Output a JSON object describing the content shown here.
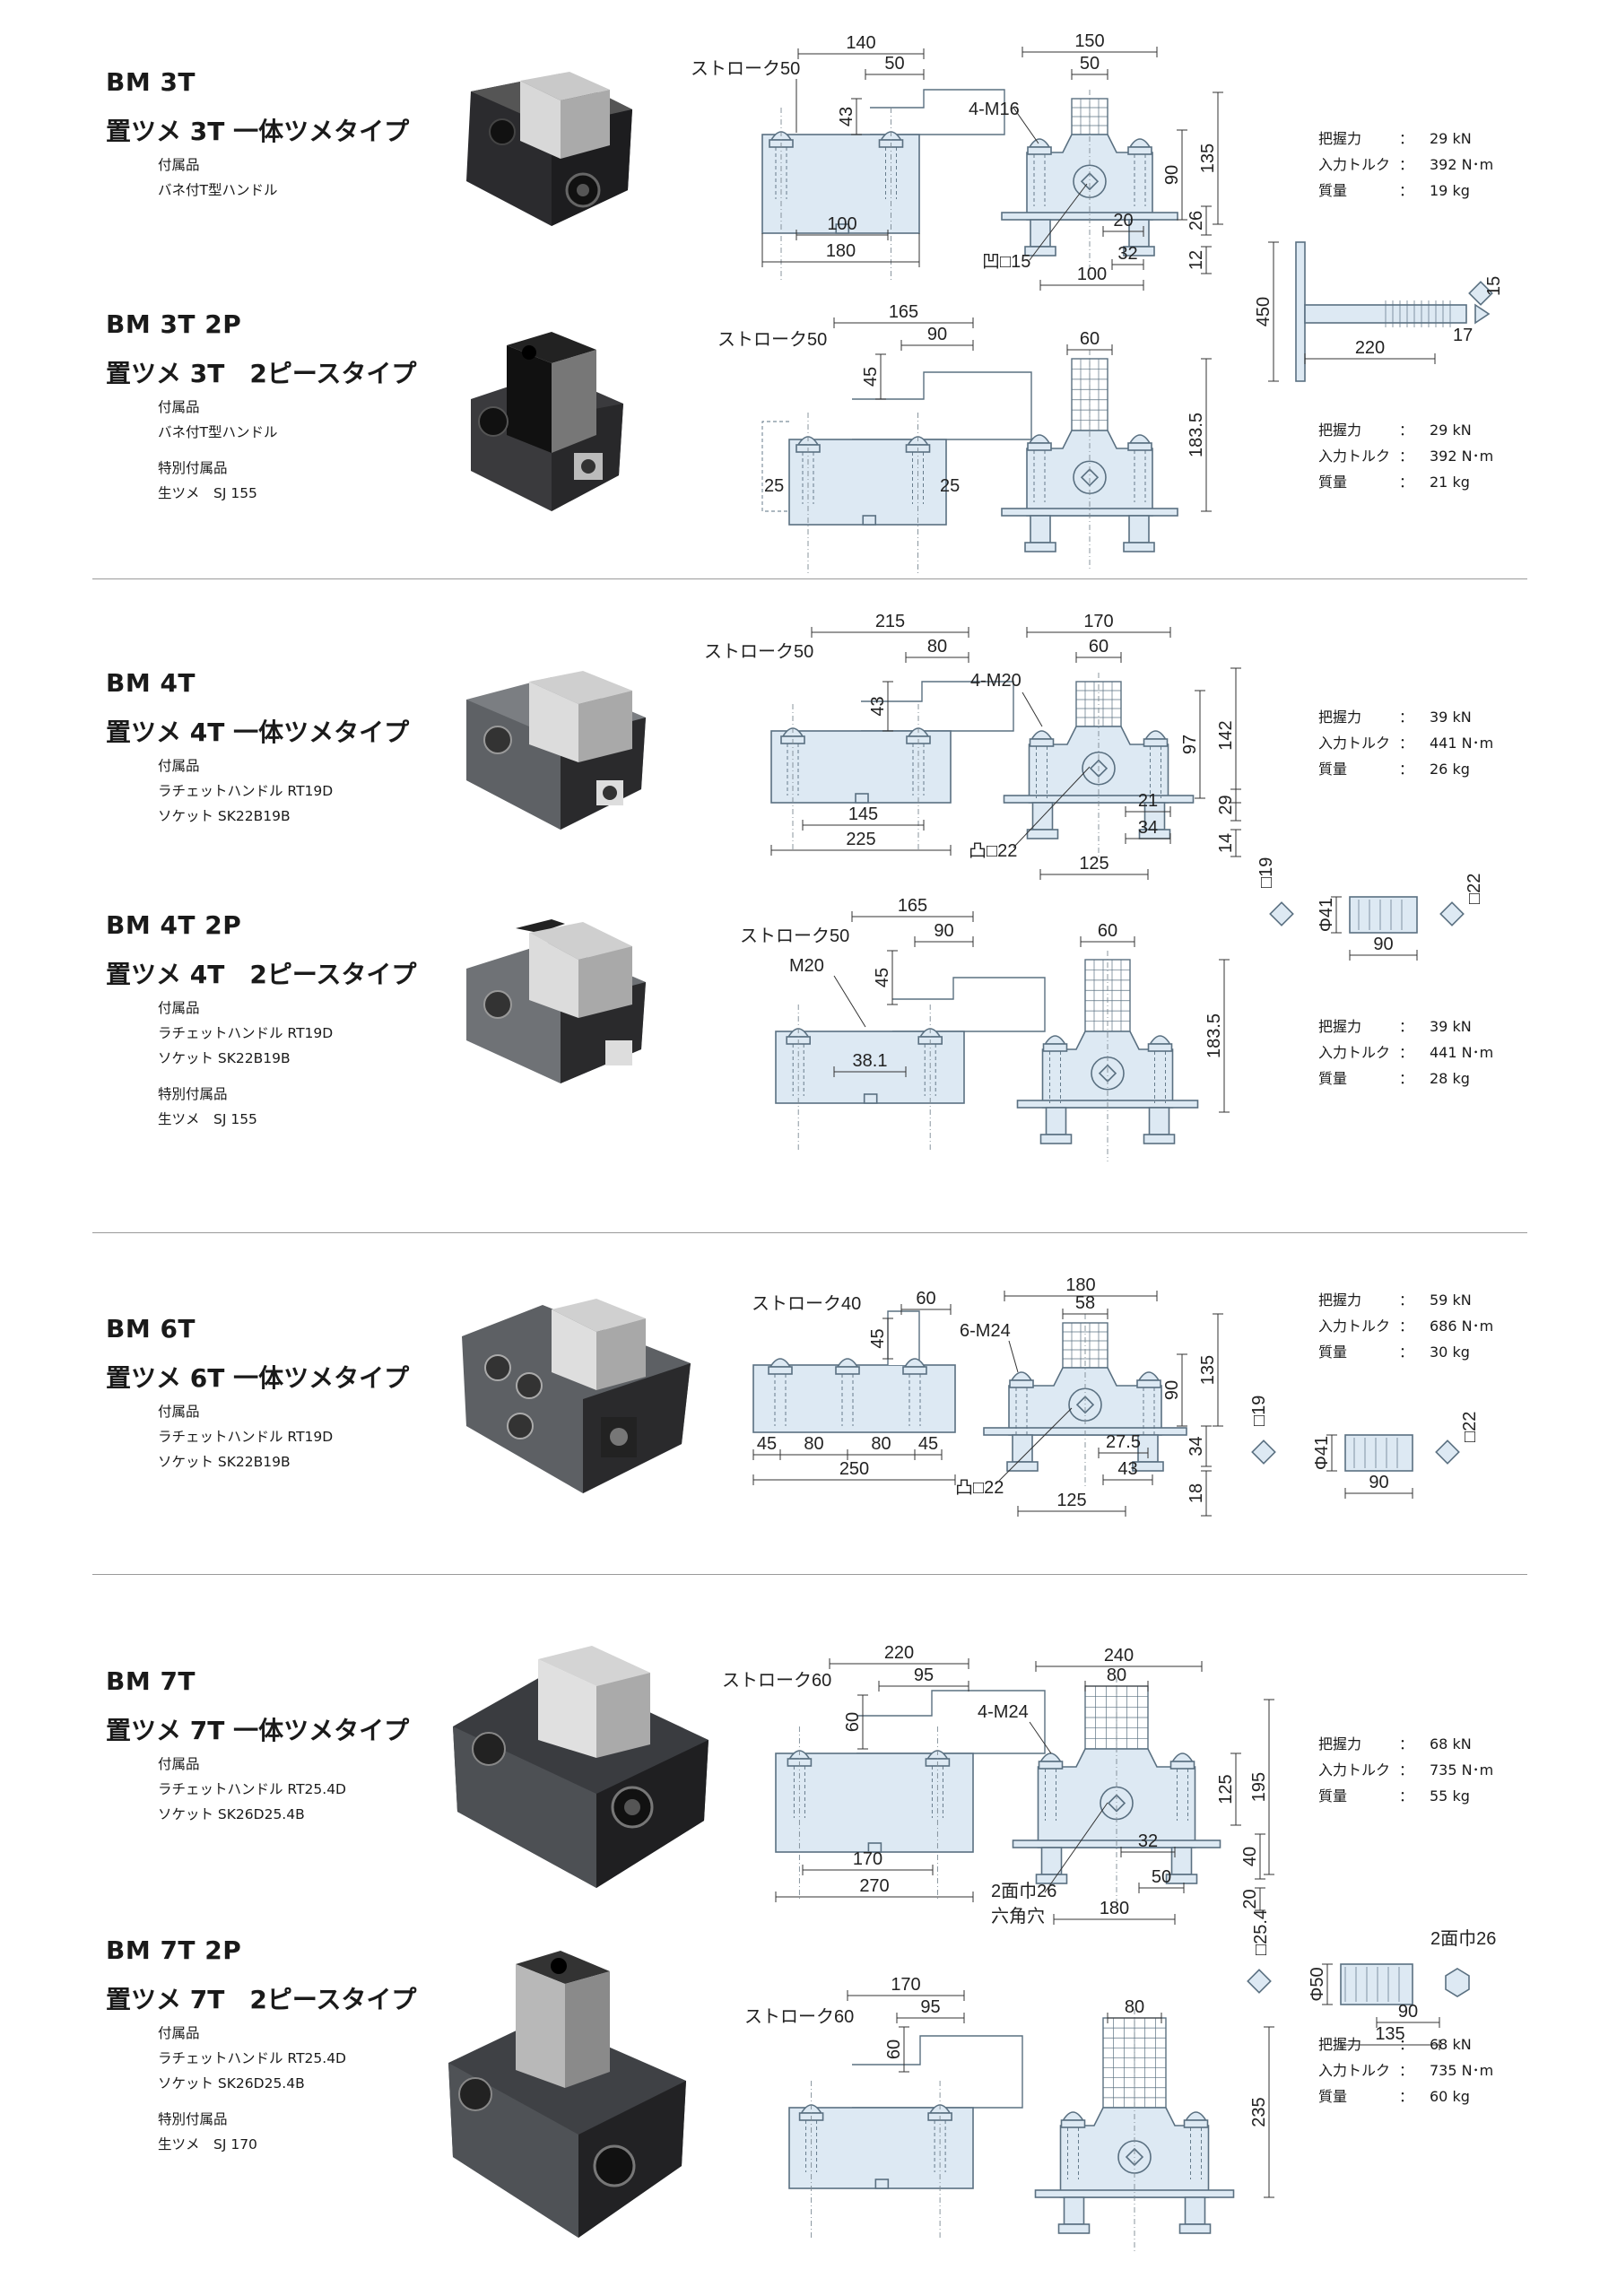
{
  "sections": [
    {
      "model": "BM 3T",
      "subtitle": "置ツメ 3T 一体ツメタイプ",
      "accessories": [
        [
          "付属品",
          "バネ付T型ハンドル"
        ]
      ],
      "specs": [
        {
          "key": "把握力",
          "val": "29 kN"
        },
        {
          "key": "入力トルク",
          "val": "392 N･m"
        },
        {
          "key": "質量",
          "val": "19 kg"
        }
      ],
      "side": {
        "stroke": "ストローク50",
        "d": [
          "140",
          "50",
          "43",
          "100",
          "180"
        ]
      },
      "front": {
        "d": [
          "150",
          "50",
          "4-M16",
          "135",
          "90",
          "26",
          "20",
          "32",
          "12",
          "100",
          "凹□15"
        ]
      },
      "tool": {
        "d": [
          "450",
          "220",
          "17",
          "15"
        ]
      }
    },
    {
      "model": "BM 3T 2P",
      "subtitle": "置ツメ 3T　2ピースタイプ",
      "accessories": [
        [
          "付属品",
          "バネ付T型ハンドル"
        ],
        [
          "特別付属品",
          "生ツメ　SJ 155"
        ]
      ],
      "specs": [
        {
          "key": "把握力",
          "val": "29 kN"
        },
        {
          "key": "入力トルク",
          "val": "392 N･m"
        },
        {
          "key": "質量",
          "val": "21 kg"
        }
      ],
      "side": {
        "stroke": "ストローク50",
        "d": [
          "165",
          "90",
          "45",
          "25",
          "25"
        ]
      },
      "front": {
        "d": [
          "60",
          "183.5"
        ]
      }
    },
    {
      "model": "BM 4T",
      "subtitle": "置ツメ 4T 一体ツメタイプ",
      "accessories": [
        [
          "付属品",
          "ラチェットハンドル RT19D",
          "ソケット SK22B19B"
        ]
      ],
      "specs": [
        {
          "key": "把握力",
          "val": "39 kN"
        },
        {
          "key": "入力トルク",
          "val": "441 N･m"
        },
        {
          "key": "質量",
          "val": "26 kg"
        }
      ],
      "side": {
        "stroke": "ストローク50",
        "d": [
          "215",
          "80",
          "43",
          "145",
          "225"
        ]
      },
      "front": {
        "d": [
          "170",
          "60",
          "4-M20",
          "142",
          "97",
          "29",
          "21",
          "34",
          "14",
          "125",
          "凸□22"
        ]
      },
      "tool": {
        "d": [
          "□19",
          "Φ41",
          "□22",
          "90"
        ]
      }
    },
    {
      "model": "BM 4T 2P",
      "subtitle": "置ツメ 4T　2ピースタイプ",
      "accessories": [
        [
          "付属品",
          "ラチェットハンドル RT19D",
          "ソケット SK22B19B"
        ],
        [
          "特別付属品",
          "生ツメ　SJ 155"
        ]
      ],
      "specs": [
        {
          "key": "把握力",
          "val": "39 kN"
        },
        {
          "key": "入力トルク",
          "val": "441 N･m"
        },
        {
          "key": "質量",
          "val": "28 kg"
        }
      ],
      "side": {
        "stroke": "ストローク50",
        "d": [
          "165",
          "90",
          "M20",
          "45",
          "38.1"
        ]
      },
      "front": {
        "d": [
          "60",
          "183.5"
        ]
      }
    },
    {
      "model": "BM 6T",
      "subtitle": "置ツメ 6T 一体ツメタイプ",
      "accessories": [
        [
          "付属品",
          "ラチェットハンドル RT19D",
          "ソケット SK22B19B"
        ]
      ],
      "specs": [
        {
          "key": "把握力",
          "val": "59 kN"
        },
        {
          "key": "入力トルク",
          "val": "686 N･m"
        },
        {
          "key": "質量",
          "val": "30 kg"
        }
      ],
      "side": {
        "stroke": "ストローク40",
        "d": [
          "60",
          "45",
          "45",
          "80",
          "80",
          "45",
          "250"
        ]
      },
      "front": {
        "d": [
          "180",
          "58",
          "6-M24",
          "135",
          "90",
          "27.5",
          "34",
          "43",
          "18",
          "125",
          "凸□22"
        ]
      },
      "tool": {
        "d": [
          "□19",
          "Φ41",
          "□22",
          "90"
        ]
      }
    },
    {
      "model": "BM 7T",
      "subtitle": "置ツメ 7T 一体ツメタイプ",
      "accessories": [
        [
          "付属品",
          "ラチェットハンドル RT25.4D",
          "ソケット SK26D25.4B"
        ]
      ],
      "specs": [
        {
          "key": "把握力",
          "val": "68 kN"
        },
        {
          "key": "入力トルク",
          "val": "735 N･m"
        },
        {
          "key": "質量",
          "val": "55 kg"
        }
      ],
      "side": {
        "stroke": "ストローク60",
        "d": [
          "220",
          "95",
          "60",
          "170",
          "270"
        ]
      },
      "front": {
        "d": [
          "240",
          "80",
          "4-M24",
          "195",
          "125",
          "40",
          "32",
          "50",
          "20",
          "180",
          "2面巾26",
          "六角穴"
        ]
      },
      "tool": {
        "d": [
          "□25.4",
          "Φ50",
          "2面巾26",
          "90",
          "135"
        ]
      }
    },
    {
      "model": "BM 7T 2P",
      "subtitle": "置ツメ 7T　2ピースタイプ",
      "accessories": [
        [
          "付属品",
          "ラチェットハンドル RT25.4D",
          "ソケット SK26D25.4B"
        ],
        [
          "特別付属品",
          "生ツメ　SJ 170"
        ]
      ],
      "specs": [
        {
          "key": "把握力",
          "val": "68 kN"
        },
        {
          "key": "入力トルク",
          "val": "735 N･m"
        },
        {
          "key": "質量",
          "val": "60 kg"
        }
      ],
      "side": {
        "stroke": "ストローク60",
        "d": [
          "170",
          "95",
          "60"
        ]
      },
      "front": {
        "d": [
          "80",
          "235"
        ]
      }
    }
  ],
  "specs_colon": "："
}
